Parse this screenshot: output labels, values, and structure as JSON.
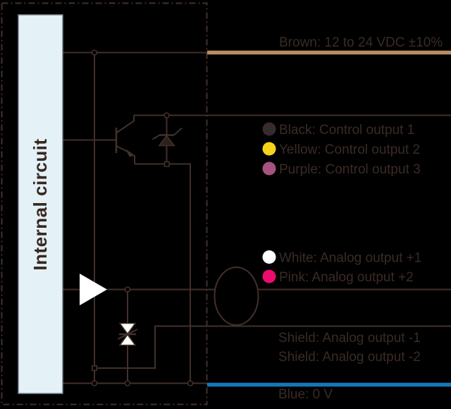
{
  "internal_circuit": {
    "label": "Internal circuit",
    "box_fill": "#e4f1f6"
  },
  "wires": {
    "brown": {
      "label": "Brown: 12 to 24 VDC ±10%",
      "color": "#b98e60"
    },
    "control_outputs": [
      {
        "label": "Black: Control output 1",
        "color": "#352c2b"
      },
      {
        "label": "Yellow: Control output 2",
        "color": "#f6d21a"
      },
      {
        "label": "Purple: Control output 3",
        "color": "#a5537f"
      }
    ],
    "analog_outputs": [
      {
        "label": "White: Analog output +1",
        "color": "#ffffff"
      },
      {
        "label": "Pink: Analog output +2",
        "color": "#ec0c6d"
      }
    ],
    "shield_labels": [
      "Shield: Analog output -1",
      "Shield: Analog output -2"
    ],
    "blue": {
      "label": "Blue: 0 V",
      "color": "#1377b8"
    }
  },
  "style": {
    "line_color": "#42302a",
    "text_color": "#3a2b25",
    "background": "#000000"
  }
}
